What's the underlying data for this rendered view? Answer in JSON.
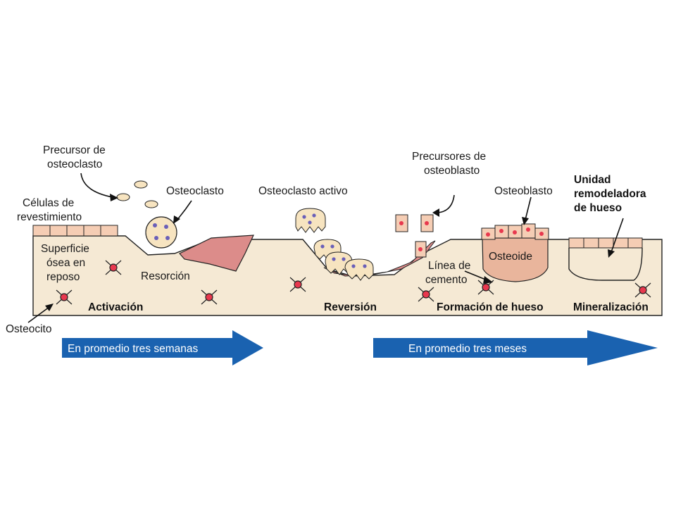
{
  "labels": {
    "precursor_osteoclasto_1": "Precursor de",
    "precursor_osteoclasto_2": "osteoclasto",
    "celulas_rev_1": "Células de",
    "celulas_rev_2": "revestimiento",
    "osteoclasto": "Osteoclasto",
    "osteoclasto_activo": "Osteoclasto activo",
    "precursores_osteoblasto_1": "Precursores de",
    "precursores_osteoblasto_2": "osteoblasto",
    "osteoblasto": "Osteoblasto",
    "unidad_1": "Unidad",
    "unidad_2": "remodeladora",
    "unidad_3": "de hueso",
    "superficie_1": "Superficie",
    "superficie_2": "ósea en",
    "superficie_3": "reposo",
    "resorcion": "Resorción",
    "osteoide": "Osteoide",
    "linea_1": "Línea de",
    "linea_2": "cemento",
    "osteocito": "Osteocito"
  },
  "phases": {
    "activacion": "Activación",
    "reversion": "Reversión",
    "formacion": "Formación de hueso",
    "mineralizacion": "Mineralización"
  },
  "arrows": {
    "left": "En promedio tres semanas",
    "right": "En promedio tres meses"
  },
  "colors": {
    "bone": "#f5e9d4",
    "resorption": "#dc8c8a",
    "cell": "#f7e4c0",
    "osteoblast": "#f5cdb4",
    "nucleus_osteoclast": "#6a5fb8",
    "nucleus_red": "#e8384e",
    "arrow_blue": "#1a62b0"
  }
}
